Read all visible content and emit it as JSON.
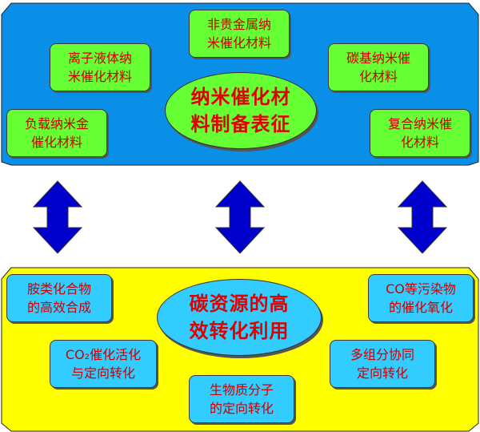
{
  "colors": {
    "top_panel": "#0a8fe8",
    "bottom_panel": "#ffff00",
    "green_box": "#66ff33",
    "cyan_box": "#33ccff",
    "text": "#cc0000",
    "arrow": "#0000cc"
  },
  "top_panel": {
    "center": "纳米催化材\n料制备表征",
    "boxes": [
      "非贵金属纳\n米催化材料",
      "离子液体纳\n米催化材料",
      "碳基纳米催\n化材料",
      "负载纳米金\n催化材料",
      "复合纳米催\n化材料"
    ]
  },
  "bottom_panel": {
    "center": "碳资源的高\n效转化利用",
    "boxes": [
      "胺类化合物\n的高效合成",
      "CO等污染物\n的催化氧化",
      "CO₂催化活化\n与定向转化",
      "多组分协同\n定向转化",
      "生物质分子\n的定向转化"
    ]
  },
  "arrows": [
    "double-arrow-icon",
    "double-arrow-icon",
    "double-arrow-icon"
  ]
}
